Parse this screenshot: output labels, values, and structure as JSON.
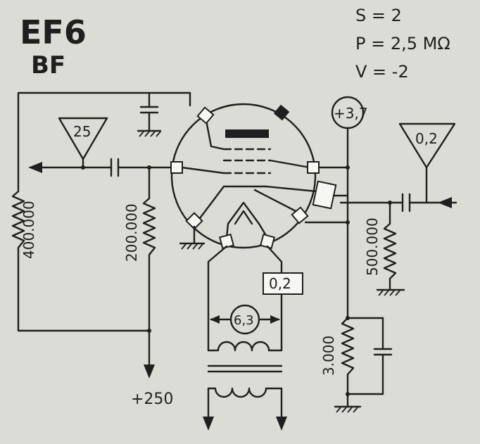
{
  "header": {
    "tube": "EF6",
    "stage": "BF"
  },
  "params": {
    "s": "S = 2",
    "p": "P = 2,5 MΩ",
    "v": "V = -2"
  },
  "labels": {
    "out_gain": "25",
    "in_level": "0,2",
    "screen_voltage": "+3,7",
    "supply": "+250",
    "heater_voltage": "6,3",
    "heater_current": "0,2",
    "r_feedback": "400.000",
    "r_anode": "200.000",
    "r_grid": "500.000",
    "r_cathode": "3.000"
  }
}
